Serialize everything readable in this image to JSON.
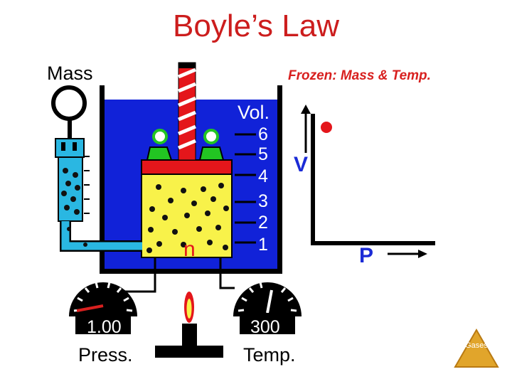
{
  "title": "Boyle’s Law",
  "labels": {
    "mass": "Mass",
    "frozen": "Frozen: Mass & Temp.",
    "volume_header": "Vol.",
    "pressure": "Press.",
    "temperature": "Temp."
  },
  "volume_scale": [
    "6",
    "5",
    "4",
    "3",
    "2",
    "1"
  ],
  "current_volume": 4,
  "gauges": {
    "pressure_value": "1.00",
    "temperature_value": "300"
  },
  "graph": {
    "y_axis": "V",
    "x_axis": "P"
  },
  "badge": "Gases",
  "colors": {
    "title": "#cc1d1d",
    "container_blue": "#1122d8",
    "gas_yellow": "#f8f24a",
    "piston_red": "#e4161b",
    "weight_green": "#22c522",
    "tube_cyan": "#2ab7e2",
    "axis_blue": "#1b2bd6",
    "badge_gold": "#e1a52b"
  },
  "icons": {
    "flame": "flame-icon",
    "needle": "gauge-needle-icon",
    "badge": "triangle-badge-icon"
  }
}
